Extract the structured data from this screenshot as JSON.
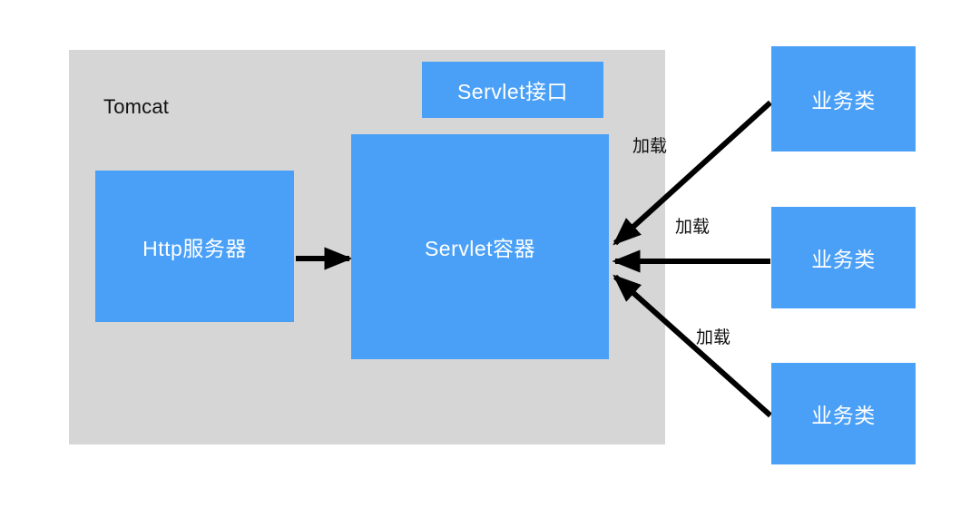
{
  "diagram": {
    "title_region": {
      "label": "Tomcat",
      "fill_color": "#d6d6d6"
    },
    "accent_color": "#4aa0f7",
    "line_color": "#000000",
    "text_color_on_accent": "#ffffff",
    "nodes": [
      {
        "id": "servlet-interface",
        "label": "Servlet接口"
      },
      {
        "id": "servlet-container",
        "label": "Servlet容器"
      },
      {
        "id": "http-server",
        "label": "Http服务器"
      },
      {
        "id": "business-class-1",
        "label": "业务类"
      },
      {
        "id": "business-class-2",
        "label": "业务类"
      },
      {
        "id": "business-class-3",
        "label": "业务类"
      }
    ],
    "edges": [
      {
        "id": "edge-http-to-container",
        "label": "",
        "from": "http-server",
        "to": "servlet-container"
      },
      {
        "id": "edge-biz1-to-container",
        "label": "加载",
        "from": "business-class-1",
        "to": "servlet-container"
      },
      {
        "id": "edge-biz2-to-container",
        "label": "加载",
        "from": "business-class-2",
        "to": "servlet-container"
      },
      {
        "id": "edge-biz3-to-container",
        "label": "加载",
        "from": "business-class-3",
        "to": "servlet-container"
      }
    ]
  }
}
